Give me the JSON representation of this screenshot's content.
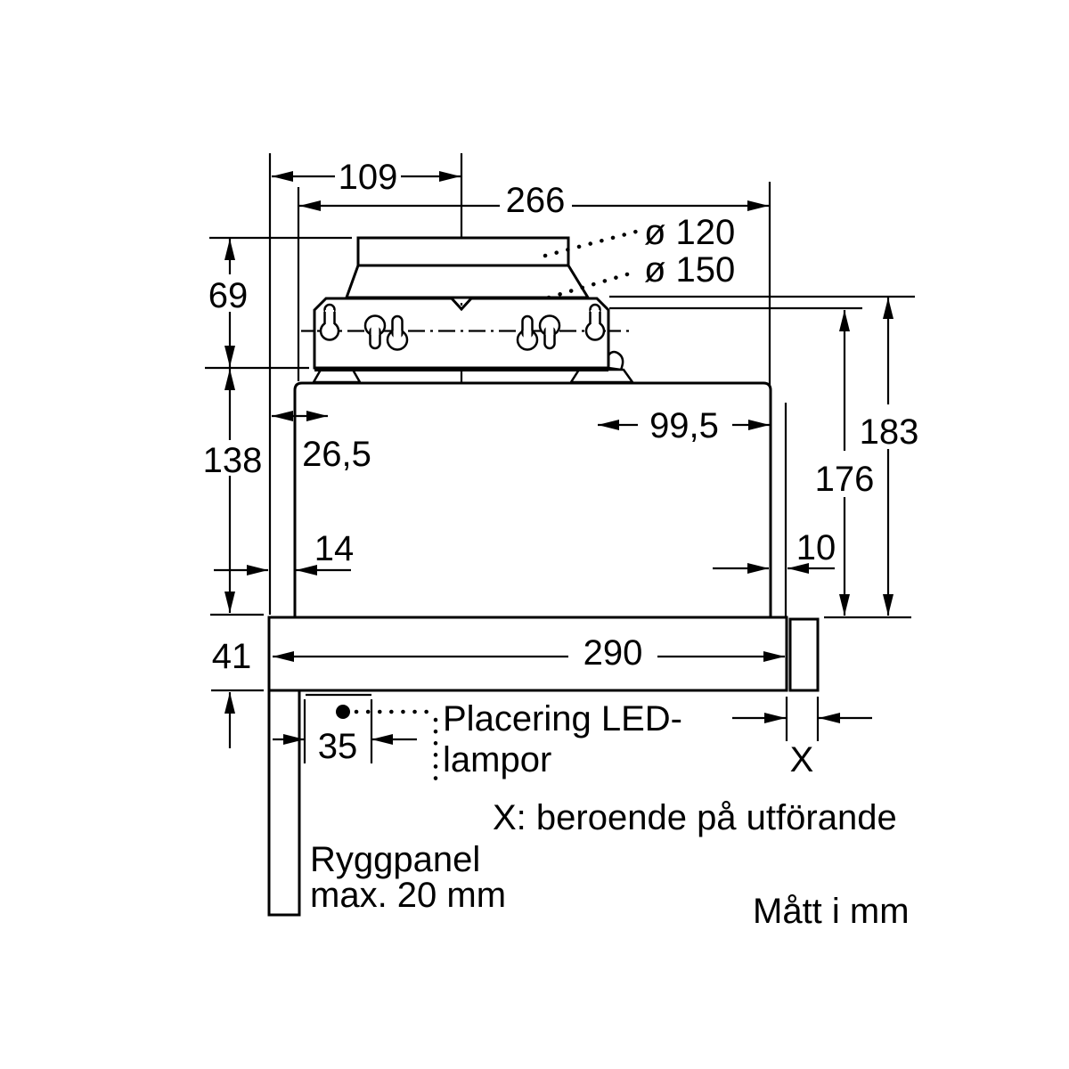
{
  "drawing": {
    "units_note": "Mått i mm",
    "dimensions": {
      "d109": "109",
      "d266": "266",
      "dia120": "ø 120",
      "dia150": "ø 150",
      "d69": "69",
      "d138": "138",
      "d26_5": "26,5",
      "d99_5": "99,5",
      "d14": "14",
      "d10": "10",
      "d41": "41",
      "d290": "290",
      "d35": "35",
      "d176": "176",
      "d183": "183",
      "dX": "X"
    },
    "annotations": {
      "led_line1": "Placering LED-",
      "led_line2": "lampor",
      "x_note": "X: beroende på utförande",
      "back_panel_line1": "Ryggpanel",
      "back_panel_line2": "max. 20 mm"
    },
    "colors": {
      "line": "#000000",
      "background": "#ffffff"
    }
  }
}
